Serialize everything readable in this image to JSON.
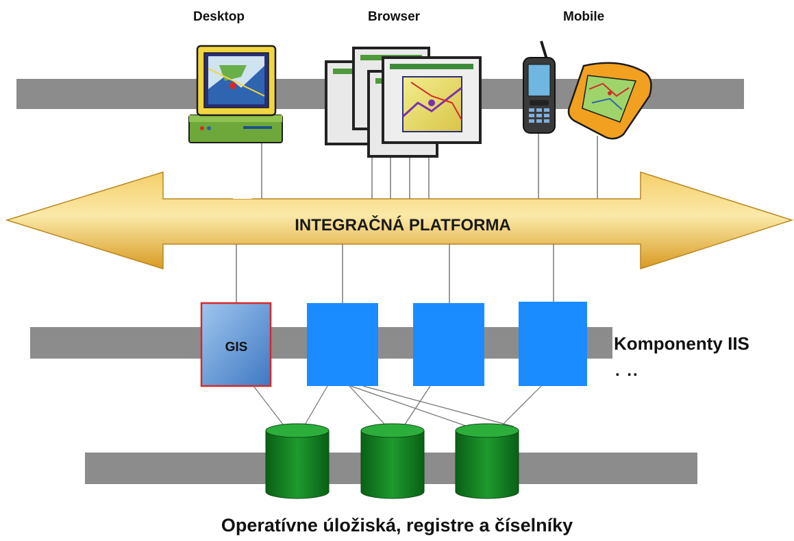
{
  "clients": {
    "desktop_label": "Desktop",
    "browser_label": "Browser",
    "mobile_label": "Mobile"
  },
  "platform": {
    "label": "INTEGRAČNÁ PLATFORMA"
  },
  "components": {
    "gis_label": "GIS",
    "side_label": "Komponenty IIS",
    "side_suffix": ". .."
  },
  "storage": {
    "label": "Operatívne úložiská, registre a číselníky"
  },
  "colors": {
    "bar": "#8c8c8c",
    "arrow": "#e9b23c",
    "component_blue": "#1a8cff",
    "gis_border": "#d42a2a",
    "db_green": "#0f7a1e"
  }
}
